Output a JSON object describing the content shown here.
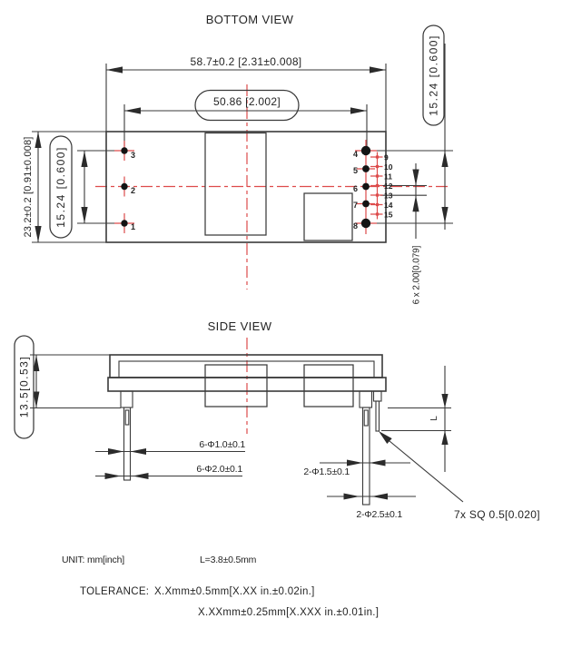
{
  "drawing": {
    "title_bottom": "BOTTOM VIEW",
    "title_side": "SIDE VIEW",
    "bottom": {
      "dim_width": "58.7±0.2 [2.31±0.008]",
      "dim_pin_span": "50.86 [2.002]",
      "dim_height": "23.2±0.2 [0.91±0.008]",
      "dim_left_pitch": "15.24 [0.600]",
      "dim_right_span": "15.24 [0.600]",
      "dim_small_pitch": "6 x 2.00[0.079]",
      "pin_labels": {
        "p1": "1",
        "p2": "2",
        "p3": "3",
        "p4": "4",
        "p5": "5",
        "p6": "6",
        "p7": "7",
        "p8": "8",
        "p9": "9",
        "p10": "10",
        "p11": "11",
        "p12": "12",
        "p13": "13",
        "p14": "14",
        "p15": "15"
      }
    },
    "side": {
      "dim_height": "13.5[0.53]",
      "dim_pin_d1": "6-Φ1.0±0.1",
      "dim_pin_d2": "6-Φ2.0±0.1",
      "dim_pin_d3": "2-Φ1.5±0.1",
      "dim_pin_d4": "2-Φ2.5±0.1",
      "dim_sq_pins": "7x SQ 0.5[0.020]",
      "dim_l_label": "L"
    },
    "notes": {
      "unit": "UNIT: mm[inch]",
      "l_value": "L=3.8±0.5mm",
      "tolerance_label": "TOLERANCE:",
      "tolerance_line1": "X.Xmm±0.5mm[X.XX in.±0.02in.]",
      "tolerance_line2": "X.XXmm±0.25mm[X.XXX in.±0.01in.]"
    },
    "colors": {
      "line": "#3a3a3a",
      "centerline": "#dd4b4b",
      "pin_fill": "#141414"
    }
  }
}
